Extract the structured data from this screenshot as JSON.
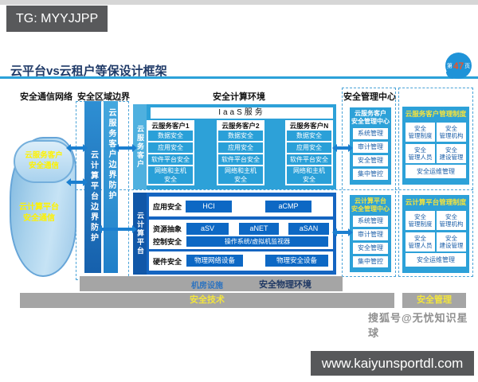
{
  "page": {
    "tg_label": "TG: MYYJJPP",
    "title": "云平台vs云租户等保设计框架",
    "badge": {
      "prefix": "第",
      "number": "47",
      "suffix": "页"
    },
    "watermark": "搜狐号@无忧知识星球",
    "url_bar": "www.kaiyunsportdl.com"
  },
  "headers": {
    "comm": "安全通信网络",
    "boundary": "安全区域边界",
    "compute": "安全计算环境",
    "mgmt": "安全管理中心"
  },
  "comm": {
    "cylinder_top": "云服务客户安全通信",
    "cylinder_bottom": "云计算平台安全通信"
  },
  "boundary": {
    "bar_platform": "云计算平台边界防护",
    "bar_tenant": "云服务客户边界防护"
  },
  "compute": {
    "tenant": {
      "side": "云服务客户",
      "iaas": "IaaS服务",
      "customers": [
        {
          "title": "云服务客户1",
          "items": [
            "数据安全",
            "应用安全",
            "软件平台安全",
            "网络和主机安全"
          ]
        },
        {
          "title": "云服务客户2",
          "items": [
            "数据安全",
            "应用安全",
            "软件平台安全",
            "网络和主机安全"
          ]
        },
        {
          "title": "云服务客户N",
          "items": [
            "数据安全",
            "应用安全",
            "软件平台安全",
            "网络和主机安全"
          ]
        }
      ]
    },
    "platform": {
      "side": "云计算平台",
      "row1": {
        "label": "应用安全",
        "btn1": "HCI",
        "btn2": "aCMP"
      },
      "row2": {
        "label1": "资源抽象",
        "label2": "控制安全",
        "btn1": "aSV",
        "btn2": "aNET",
        "btn3": "aSAN",
        "wide": "操作系统/虚拟机监视器"
      },
      "row3": {
        "label": "硬件安全",
        "btn1": "物理网络设备",
        "btn2": "物理安全设备"
      }
    },
    "room": {
      "facility": "机房设施",
      "env": "安全物理环境"
    }
  },
  "mgmt": {
    "boxes": [
      {
        "title1": "云服务客户",
        "title2": "安全管理中心",
        "items": [
          "系统管理",
          "审计管理",
          "安全管理",
          "集中管控"
        ]
      },
      {
        "title1": "云计算平台",
        "title2": "安全管理中心",
        "items": [
          "系统管理",
          "审计管理",
          "安全管理",
          "集中管控"
        ]
      }
    ]
  },
  "policy": {
    "boxes": [
      {
        "title": "云服务客户管理制度",
        "cells": [
          [
            "安全",
            "管理制度"
          ],
          [
            "安全",
            "管理机构"
          ],
          [
            "安全",
            "管理人员"
          ],
          [
            "安全",
            "建设管理"
          ]
        ],
        "wide": "安全运维管理"
      },
      {
        "title": "云计算平台管理制度",
        "cells": [
          [
            "安全",
            "管理制度"
          ],
          [
            "安全",
            "管理机构"
          ],
          [
            "安全",
            "管理人员"
          ],
          [
            "安全",
            "建设管理"
          ]
        ],
        "wide": "安全运维管理"
      }
    ]
  },
  "footer": {
    "tech": "安全技术",
    "mgmt": "安全管理"
  },
  "colors": {
    "accent_blue": "#2ba1d9",
    "box_blue": "#2da1d8",
    "dark_blue": "#1565c1",
    "button_blue": "#0d68c4",
    "highlight_yellow": "#f5e33c",
    "gray_bar": "#a5a5a5"
  }
}
